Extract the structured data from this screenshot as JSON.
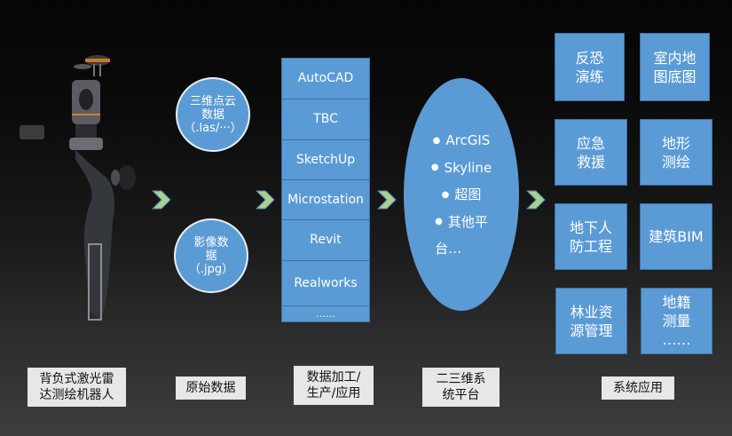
{
  "device": {
    "name": "backpack-lidar-robot",
    "icon": "backpack-lidar-device-icon"
  },
  "raw_data": {
    "items": [
      {
        "label": "三维点云\n数据\n（.las/···）"
      },
      {
        "label": "影像数\n据\n（.jpg）"
      }
    ]
  },
  "processing_software": {
    "items": [
      "AutoCAD",
      "TBC",
      "SketchUp",
      "Microstation",
      "Revit",
      "Realworks",
      "……"
    ]
  },
  "platforms": {
    "items": [
      "ArcGIS",
      "Skyline",
      "超图",
      "其他平\n台…"
    ]
  },
  "applications": {
    "items": [
      "反恐\n演练",
      "室内地\n图底图",
      "应急\n救援",
      "地形\n测绘",
      "地下人\n防工程",
      "建筑BIM",
      "林业资\n源管理",
      "地籍\n测量\n……"
    ]
  },
  "captions": {
    "device": "背负式激光雷\n达测绘机器人",
    "raw_data": "原始数据",
    "processing": "数据加工/\n生产/应用",
    "platform": "二三维系\n统平台",
    "applications": "系统应用"
  },
  "colors": {
    "box_fill": "#5b9bd5",
    "arrow_fill": "#a9d18e",
    "caption_bg": "#e7e7e7"
  }
}
